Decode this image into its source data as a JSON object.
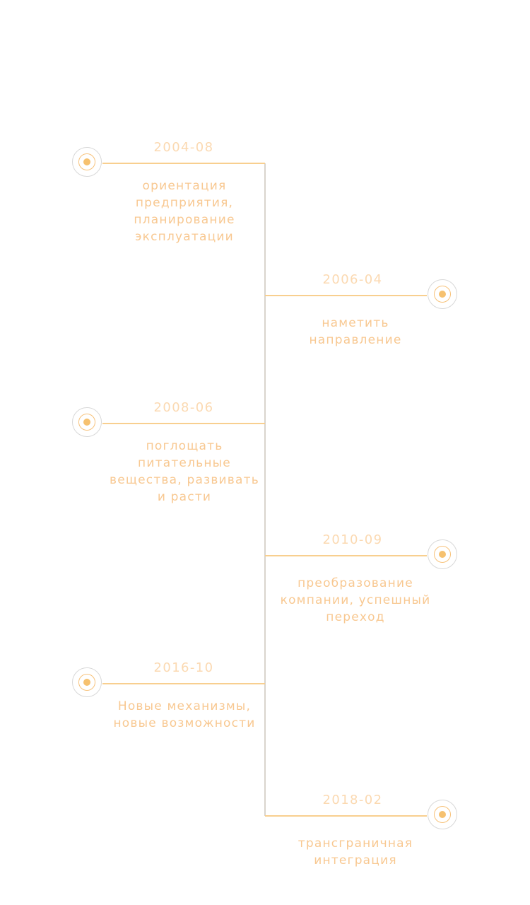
{
  "events": [
    {
      "date": "2004-08",
      "text": "ориентация\nпредприятия,\nпланирование\nэксплуатации"
    },
    {
      "date": "2006-04",
      "text": "наметить\nнаправление"
    },
    {
      "date": "2008-06",
      "text": "поглощать\nпитательные\nвещества, развивать\nи расти"
    },
    {
      "date": "2010-09",
      "text": "преобразование\nкомпании, успешный\nпереход"
    },
    {
      "date": "2016-10",
      "text": "Новые механизмы,\nновые возможности"
    },
    {
      "date": "2018-02",
      "text": "трансграничная\nинтеграция"
    }
  ],
  "colors": {
    "accent": "#f6c16f",
    "date_text": "#fbd9b1",
    "description_text": "#f8c891",
    "axis": "#d9d4cc",
    "node_outer_ring": "#d8d8d8"
  },
  "icons": {
    "node": "target-dot-icon"
  }
}
